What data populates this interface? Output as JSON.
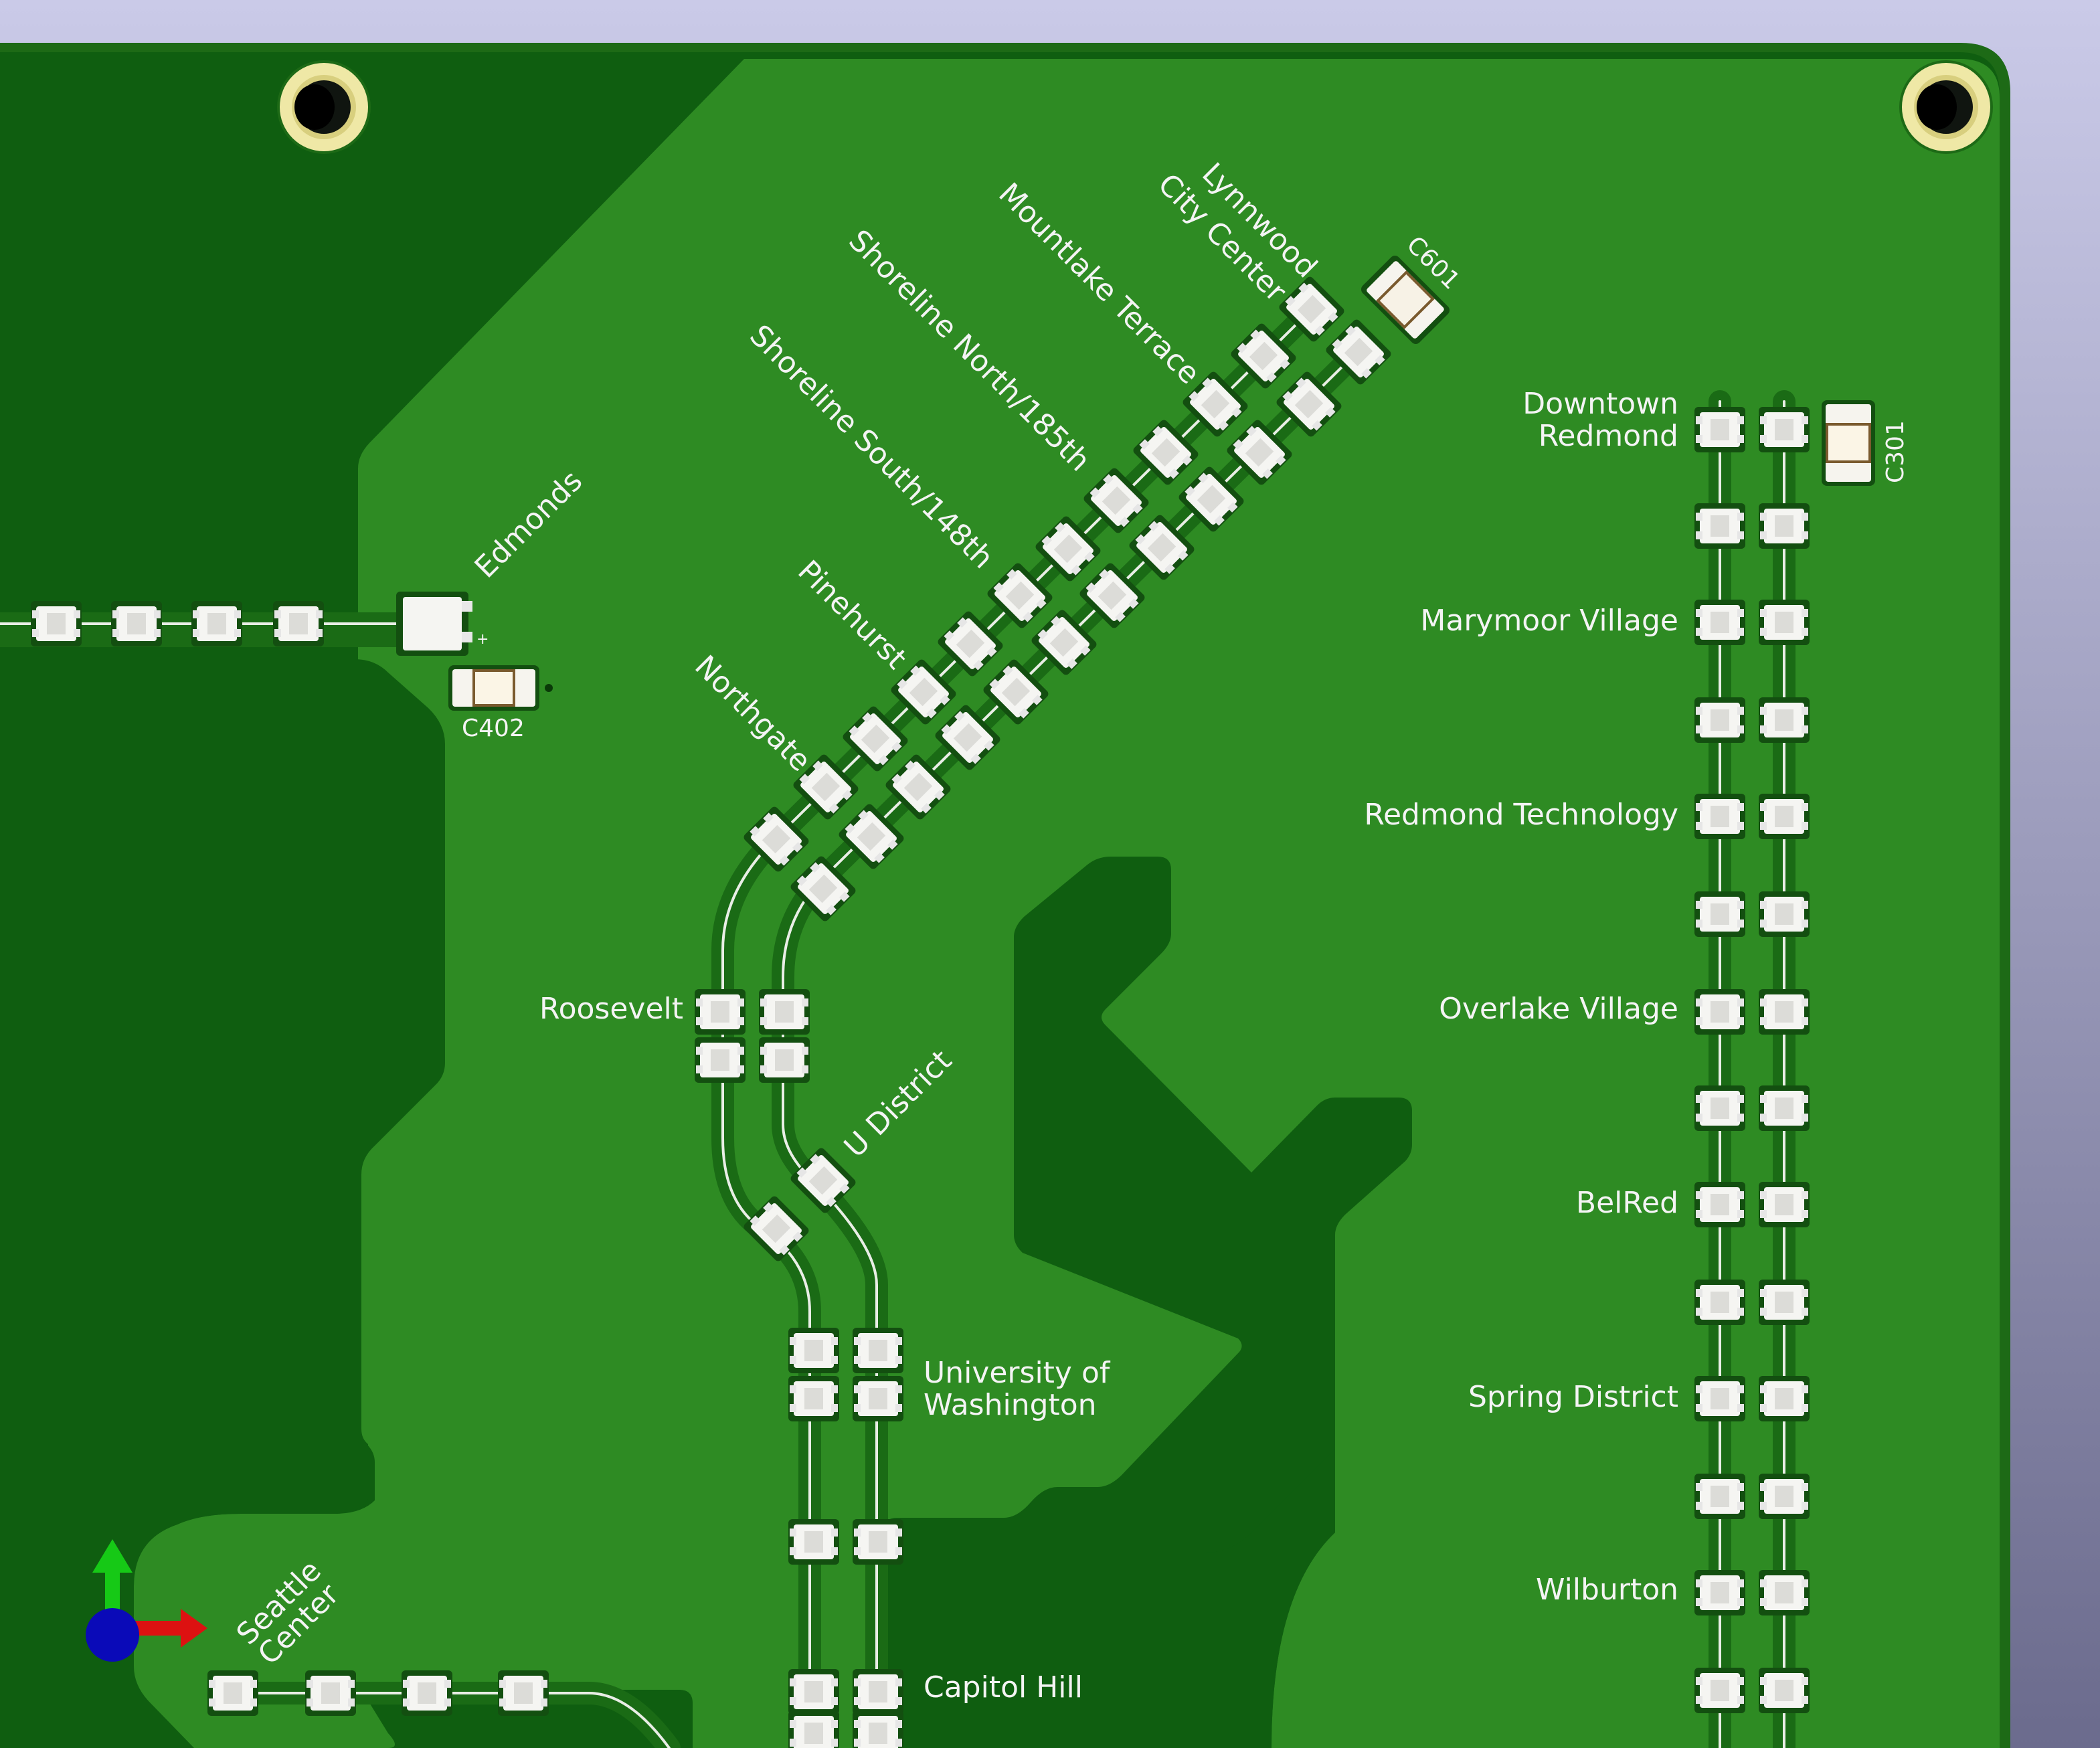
{
  "colors": {
    "background_top": "#c9c9e6",
    "background_bottom": "#6a6a8c",
    "board_outline": "#1d6a16",
    "soldermask_copper": "#2e8b23",
    "soldermask_bare": "#0f5e10",
    "silkscreen": "#f4f4f4",
    "mounting_hole_ring": "#efe8a6",
    "axis_x": "#dd1111",
    "axis_y": "#16c916",
    "axis_z": "#0a0ab8"
  },
  "icons": {
    "mounting_hole": "mounting-hole-icon",
    "axis_gizmo": "xyz-axis-icon",
    "led": "smd-led-icon",
    "capacitor": "smd-capacitor-icon"
  },
  "labels": {
    "lynnwood_1": "Lynnwood",
    "lynnwood_2": "City Center",
    "mountlake": "Mountlake Terrace",
    "shoreline_n": "Shoreline North/185th",
    "shoreline_s": "Shoreline South/148th",
    "pinehurst": "Pinehurst",
    "northgate": "Northgate",
    "edmonds": "Edmonds",
    "roosevelt": "Roosevelt",
    "u_district": "U District",
    "uw_1": "University of",
    "uw_2": "Washington",
    "capitol_hill": "Capitol Hill",
    "seattle_center_1": "Seattle",
    "seattle_center_2": "Center",
    "downtown_redmond_1": "Downtown",
    "downtown_redmond_2": "Redmond",
    "marymoor": "Marymoor Village",
    "redmond_tech": "Redmond Technology",
    "overlake": "Overlake Village",
    "belred": "BelRed",
    "spring_district": "Spring District",
    "wilburton": "Wilburton"
  },
  "components": {
    "c601": "C601",
    "c402": "C402",
    "c301": "C301"
  }
}
